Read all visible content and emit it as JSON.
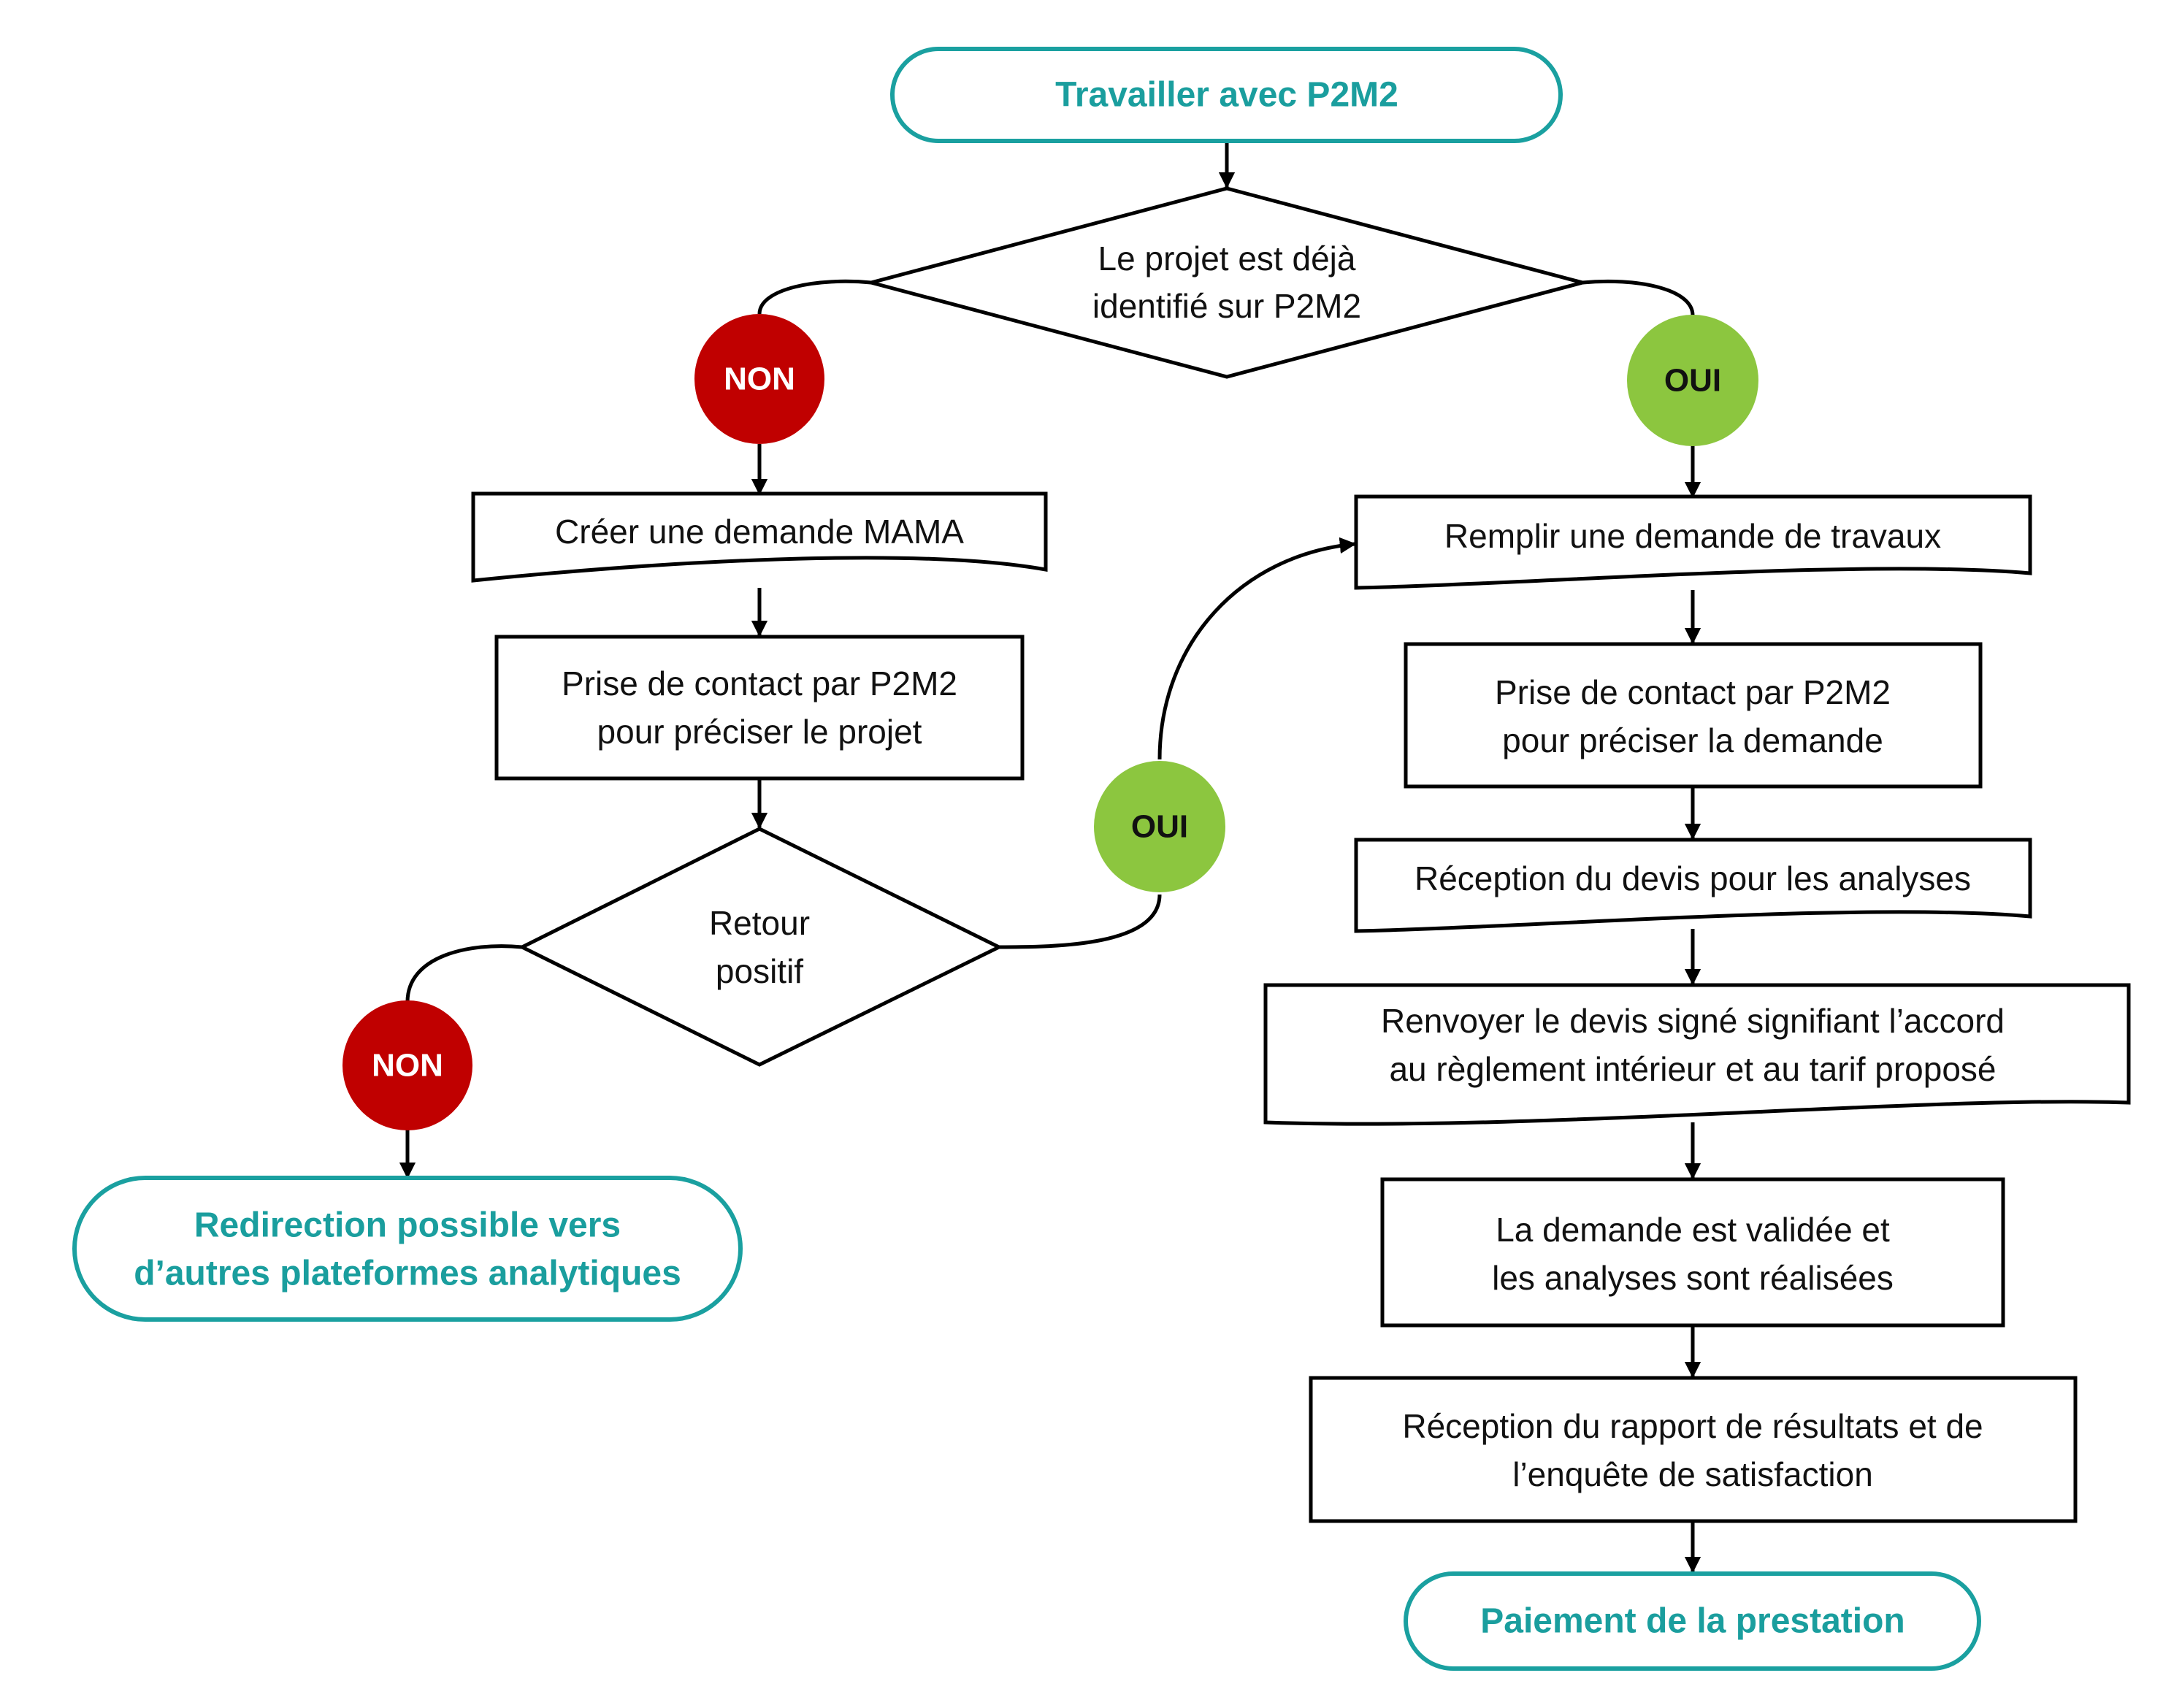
{
  "colors": {
    "terminal_stroke": "#1aa0a0",
    "terminal_text": "#1a9e9e",
    "no_badge": "#c00000",
    "yes_badge": "#8cc63f",
    "line": "#000000"
  },
  "start": "Travailler avec P2M2",
  "decision1": [
    "Le projet est déjà",
    "identifié sur P2M2"
  ],
  "left": {
    "no1": "NON",
    "create": "Créer une demande MAMA",
    "contact": [
      "Prise de contact par P2M2",
      "pour préciser le projet"
    ],
    "decision2": [
      "Retour",
      "positif"
    ],
    "yes2": "OUI",
    "no2": "NON",
    "redirect": [
      "Redirection possible vers",
      "d’autres plateformes analytiques"
    ]
  },
  "right": {
    "yes1": "OUI",
    "fill": "Remplir une demande de travaux",
    "contact": [
      "Prise de contact par P2M2",
      "pour préciser la demande"
    ],
    "quote": "Réception du devis pour les analyses",
    "signed": [
      "Renvoyer le devis signé signifiant l’accord",
      "au règlement intérieur et au tarif proposé"
    ],
    "validated": [
      "La demande est validée et",
      "les analyses sont réalisées"
    ],
    "report": [
      "Réception du rapport de résultats et de",
      "l’enquête de satisfaction"
    ],
    "payment": "Paiement de la prestation"
  }
}
